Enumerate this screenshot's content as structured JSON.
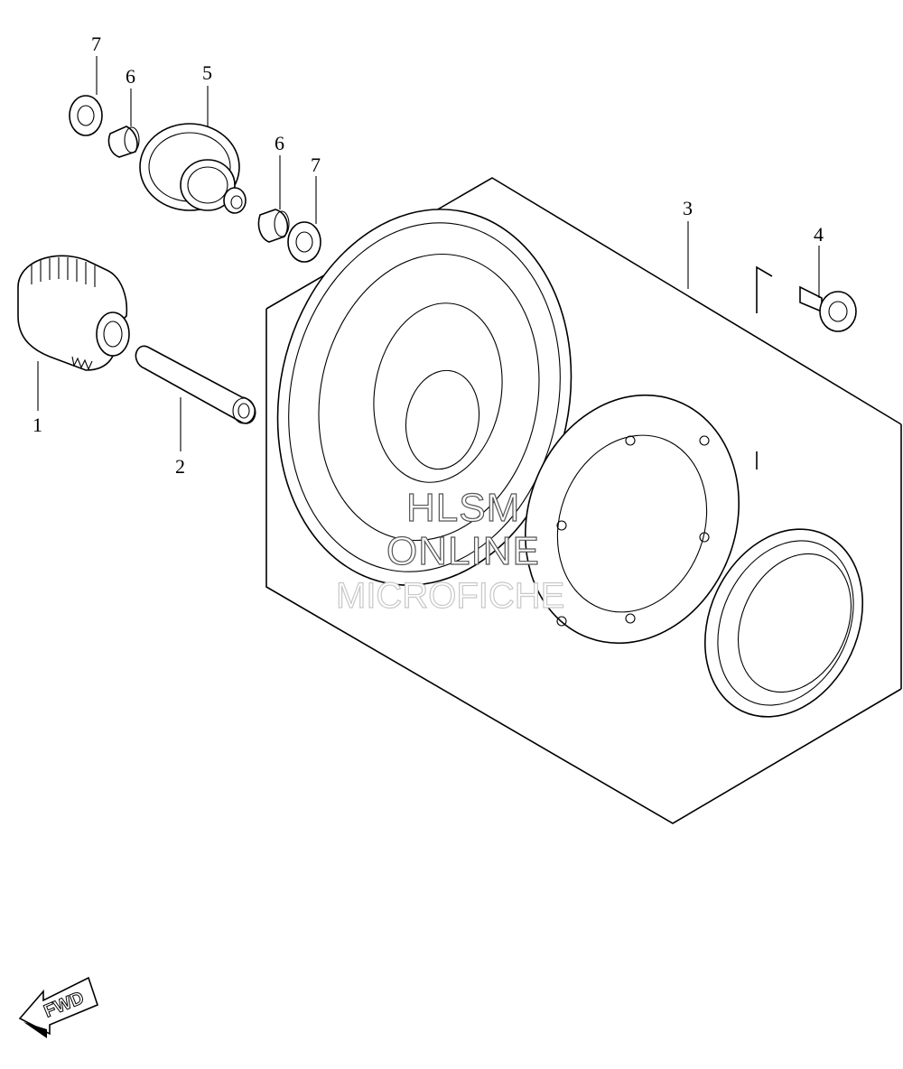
{
  "diagram": {
    "callouts": [
      {
        "id": "c1",
        "label": "1"
      },
      {
        "id": "c2",
        "label": "2"
      },
      {
        "id": "c3",
        "label": "3"
      },
      {
        "id": "c4",
        "label": "4"
      },
      {
        "id": "c5",
        "label": "5"
      },
      {
        "id": "c6a",
        "label": "6"
      },
      {
        "id": "c6b",
        "label": "6"
      },
      {
        "id": "c7a",
        "label": "7"
      },
      {
        "id": "c7b",
        "label": "7"
      }
    ],
    "watermark": {
      "line1": "HLSM",
      "line2": "ONLINE",
      "line3": "MICROFICHE"
    },
    "fwd_label": "FWD"
  }
}
